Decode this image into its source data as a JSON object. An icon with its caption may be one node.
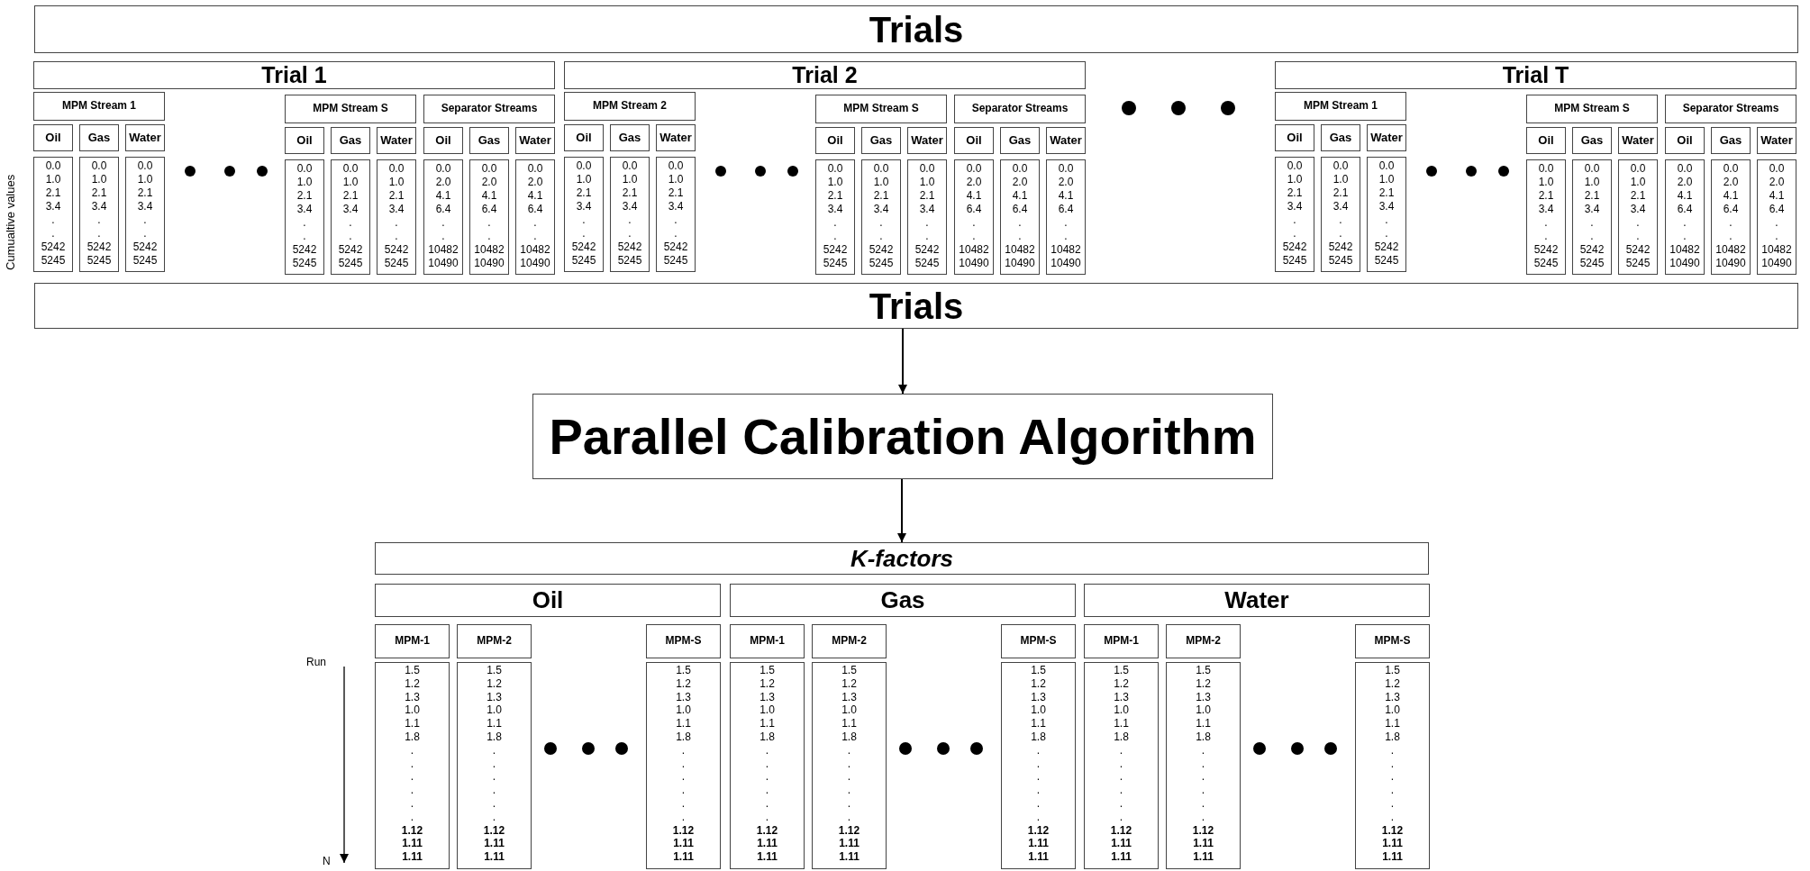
{
  "diagram": {
    "nodes": [
      {
        "text": [
          "Trials"
        ]
      },
      {
        "text": [
          "Trial 1"
        ]
      },
      {
        "text": [
          "MPM Stream 1"
        ]
      },
      {
        "text": [
          "MPM Stream S"
        ]
      },
      {
        "text": [
          "Separator Streams"
        ]
      },
      {
        "text": [
          "Oil"
        ]
      },
      {
        "text": [
          "Gas"
        ]
      },
      {
        "text": [
          "Water"
        ]
      },
      {
        "text": [
          "Oil"
        ]
      },
      {
        "text": [
          "Gas"
        ]
      },
      {
        "text": [
          "Water"
        ]
      },
      {
        "text": [
          "Oil"
        ]
      },
      {
        "text": [
          "Gas"
        ]
      },
      {
        "text": [
          "Water"
        ]
      },
      {
        "text": [
          "0.0 1.0 2.1 3.4 . . 5242 5245"
        ]
      },
      {
        "text": [
          "0.0 1.0 2.1 3.4 . . 5242 5245"
        ]
      },
      {
        "text": [
          "0.0 1.0 2.1 3.4 . . 5242 5245"
        ]
      },
      {
        "text": [
          "0.0 1.0 2.1 3.4 . . 5242 5245"
        ]
      },
      {
        "text": [
          "0.0 1.0 2.1 3.4 . . 5242 5245"
        ]
      },
      {
        "text": [
          "0.0 1.0 2.1 3.4 . . 5242 5245"
        ]
      },
      {
        "text": [
          "0.0 2.0 4.1 6.4 . . 10482 10490"
        ]
      },
      {
        "text": [
          "0.0 2.0 4.1 6.4 . . 10482 10490"
        ]
      },
      {
        "text": [
          "0.0 2.0 4.1 6.4 . . 10482 10490"
        ]
      },
      {
        "text": [
          "Trial 2"
        ]
      },
      {
        "text": [
          "MPM Stream 2"
        ]
      },
      {
        "text": [
          "MPM Stream S"
        ]
      },
      {
        "text": [
          "Separator Streams"
        ]
      },
      {
        "text": [
          "Oil"
        ]
      },
      {
        "text": [
          "Gas"
        ]
      },
      {
        "text": [
          "Water"
        ]
      },
      {
        "text": [
          "Oil"
        ]
      },
      {
        "text": [
          "Gas"
        ]
      },
      {
        "text": [
          "Water"
        ]
      },
      {
        "text": [
          "Oil"
        ]
      },
      {
        "text": [
          "Gas"
        ]
      },
      {
        "text": [
          "Water"
        ]
      },
      {
        "text": [
          "0.0 1.0 2.1 3.4 . . 5242 5245"
        ]
      },
      {
        "text": [
          "0.0 1.0 2.1 3.4 . . 5242 5245"
        ]
      },
      {
        "text": [
          "0.0 1.0 2.1 3.4 . . 5242 5245"
        ]
      },
      {
        "text": [
          "0.0 1.0 2.1 3.4 . . 5242 5245"
        ]
      },
      {
        "text": [
          "0.0 1.0 2.1 3.4 . . 5242 5245"
        ]
      },
      {
        "text": [
          "0.0 1.0 2.1 3.4 . . 5242 5245"
        ]
      },
      {
        "text": [
          "0.0 2.0 4.1 6.4 . . 10482 10490"
        ]
      },
      {
        "text": [
          "0.0 2.0 4.1 6.4 . . 10482 10490"
        ]
      },
      {
        "text": [
          "0.0 2.0 4.1 6.4 . . 10482 10490"
        ]
      },
      {
        "text": [
          "Trial T"
        ]
      },
      {
        "text": [
          "MPM Stream 1"
        ]
      },
      {
        "text": [
          "MPM Stream S"
        ]
      },
      {
        "text": [
          "Separator Streams"
        ]
      },
      {
        "text": [
          "Oil"
        ]
      },
      {
        "text": [
          "Gas"
        ]
      },
      {
        "text": [
          "Water"
        ]
      },
      {
        "text": [
          "Oil"
        ]
      },
      {
        "text": [
          "Gas"
        ]
      },
      {
        "text": [
          "Water"
        ]
      },
      {
        "text": [
          "Oil"
        ]
      },
      {
        "text": [
          "Gas"
        ]
      },
      {
        "text": [
          "Water"
        ]
      },
      {
        "text": [
          "0.0 1.0 2.1 3.4 . . 5242 5245"
        ]
      },
      {
        "text": [
          "0.0 1.0 2.1 3.4 . . 5242 5245"
        ]
      },
      {
        "text": [
          "0.0 1.0 2.1 3.4 . . 5242 5245"
        ]
      },
      {
        "text": [
          "0.0 1.0 2.1 3.4 . . 5242 5245"
        ]
      },
      {
        "text": [
          "0.0 1.0 2.1 3.4 . . 5242 5245"
        ]
      },
      {
        "text": [
          "0.0 1.0 2.1 3.4 . . 5242 5245"
        ]
      },
      {
        "text": [
          "0.0 2.0 4.1 6.4 . . 10482 10490"
        ]
      },
      {
        "text": [
          "0.0 2.0 4.1 6.4 . . 10482 10490"
        ]
      },
      {
        "text": [
          "0.0 2.0 4.1 6.4 . . 10482 10490"
        ]
      },
      {
        "text": [
          "Trials"
        ]
      },
      {
        "text": [
          "Parallel Calibration Algorithm"
        ]
      },
      {
        "text": [
          "K-factors"
        ]
      },
      {
        "text": [
          "Oil"
        ]
      },
      {
        "text": [
          "Gas"
        ]
      },
      {
        "text": [
          "Water"
        ]
      },
      {
        "text": [
          "MPM-1"
        ]
      },
      {
        "text": [
          "MPM-2"
        ]
      },
      {
        "text": [
          "MPM-S"
        ]
      },
      {
        "text": [
          "MPM-1"
        ]
      },
      {
        "text": [
          "MPM-2"
        ]
      },
      {
        "text": [
          "MPM-S"
        ]
      },
      {
        "text": [
          "MPM-1"
        ]
      },
      {
        "text": [
          "MPM-2"
        ]
      },
      {
        "text": [
          "MPM-S"
        ]
      },
      {
        "text": [
          "1.5 1.2 1.3 1.0 1.1 1.8 . . . . . . **1.12 1.11 1.11**"
        ]
      },
      {
        "text": [
          "1.5 1.2 1.3 1.0 1.1 1.8 . . . . . . **1.12 1.11 1.11**"
        ]
      },
      {
        "text": [
          "1.5 1.2 1.3 1.0 1.1 1.8 . . . . . . **1.12 1.11 1.11**"
        ]
      },
      {
        "text": [
          "1.5 1.2 1.3 1.0 1.1 1.8 . . . . . . **1.12 1.11 1.11**"
        ]
      },
      {
        "text": [
          "1.5 1.2 1.3 1.0 1.1 1.8 . . . . . . **1.12 1.11 1.11**"
        ]
      },
      {
        "text": [
          "1.5 1.2 1.3 1.0 1.1 1.8 . . . . . . **1.12 1.11 1.11**"
        ]
      },
      {
        "text": [
          "1.5 1.2 1.3 1.0 1.1 1.8 . . . . . . **1.12 1.11 1.11**"
        ]
      },
      {
        "text": [
          "1.5 1.2 1.3 1.0 1.1 1.8 . . . . . . **1.12 1.11 1.11**"
        ]
      },
      {
        "text": [
          "1.5 1.2 1.3 1.0 1.1 1.8 . . . . . . **1.12 1.11 1.11**"
        ]
      }
    ],
    "edges": [
      {
        "from": 67,
        "to": 68,
        "arrow": "to"
      },
      {
        "from": 68,
        "to": 69,
        "arrow": "to"
      }
    ],
    "labels": [
      "Cumualtive values",
      "Run",
      "N"
    ]
  }
}
